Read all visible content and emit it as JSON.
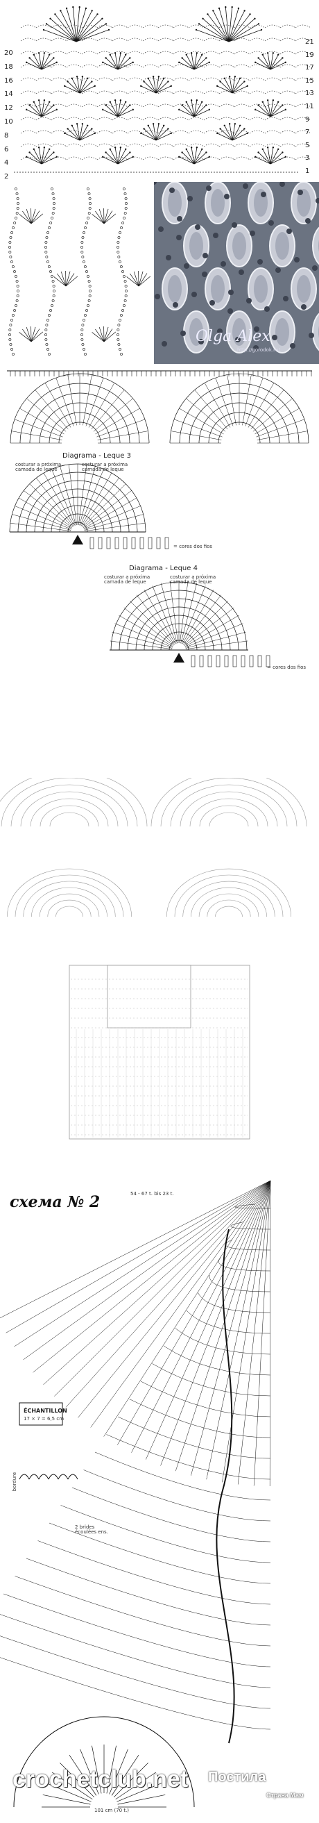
{
  "chart1": {
    "left_rows": [
      "20",
      "18",
      "16",
      "14",
      "12",
      "10",
      "8",
      "6",
      "4",
      "2"
    ],
    "right_rows": [
      "21",
      "19",
      "17",
      "15",
      "13",
      "11",
      "9",
      "7",
      "5",
      "3",
      "1"
    ]
  },
  "photo": {
    "watermark": "Olga Alex",
    "url": "http://gorodok.ru/"
  },
  "leque3": {
    "title": "Diagrama - Leque 3",
    "note_left": "costurar a próxima camada de leque",
    "note_right": "costurar a próxima camada de leque",
    "legend": "= cores dos fios"
  },
  "leque4": {
    "title": "Diagrama - Leque 4",
    "note_left": "costurar a próxima camada de leque",
    "note_right": "costurar a próxima camada de leque",
    "legend": "= cores dos fios"
  },
  "schema2": {
    "title": "схема № 2",
    "sample_label": "ÉCHANTILLON",
    "sample_size": "17 × 7 = 6,5 cm",
    "stitch_note": "2 brides écoulées ens.",
    "width_label": "101 cm (70 t.)",
    "side_label": "bordure",
    "top_label": "54 - 67 t. bis 23 t."
  },
  "brand": {
    "site": "crochetclub.net",
    "pm": "Постила",
    "pm_sub": "Страна Мам"
  },
  "colors": {
    "ink": "#111111",
    "photo": "#6b7381"
  }
}
